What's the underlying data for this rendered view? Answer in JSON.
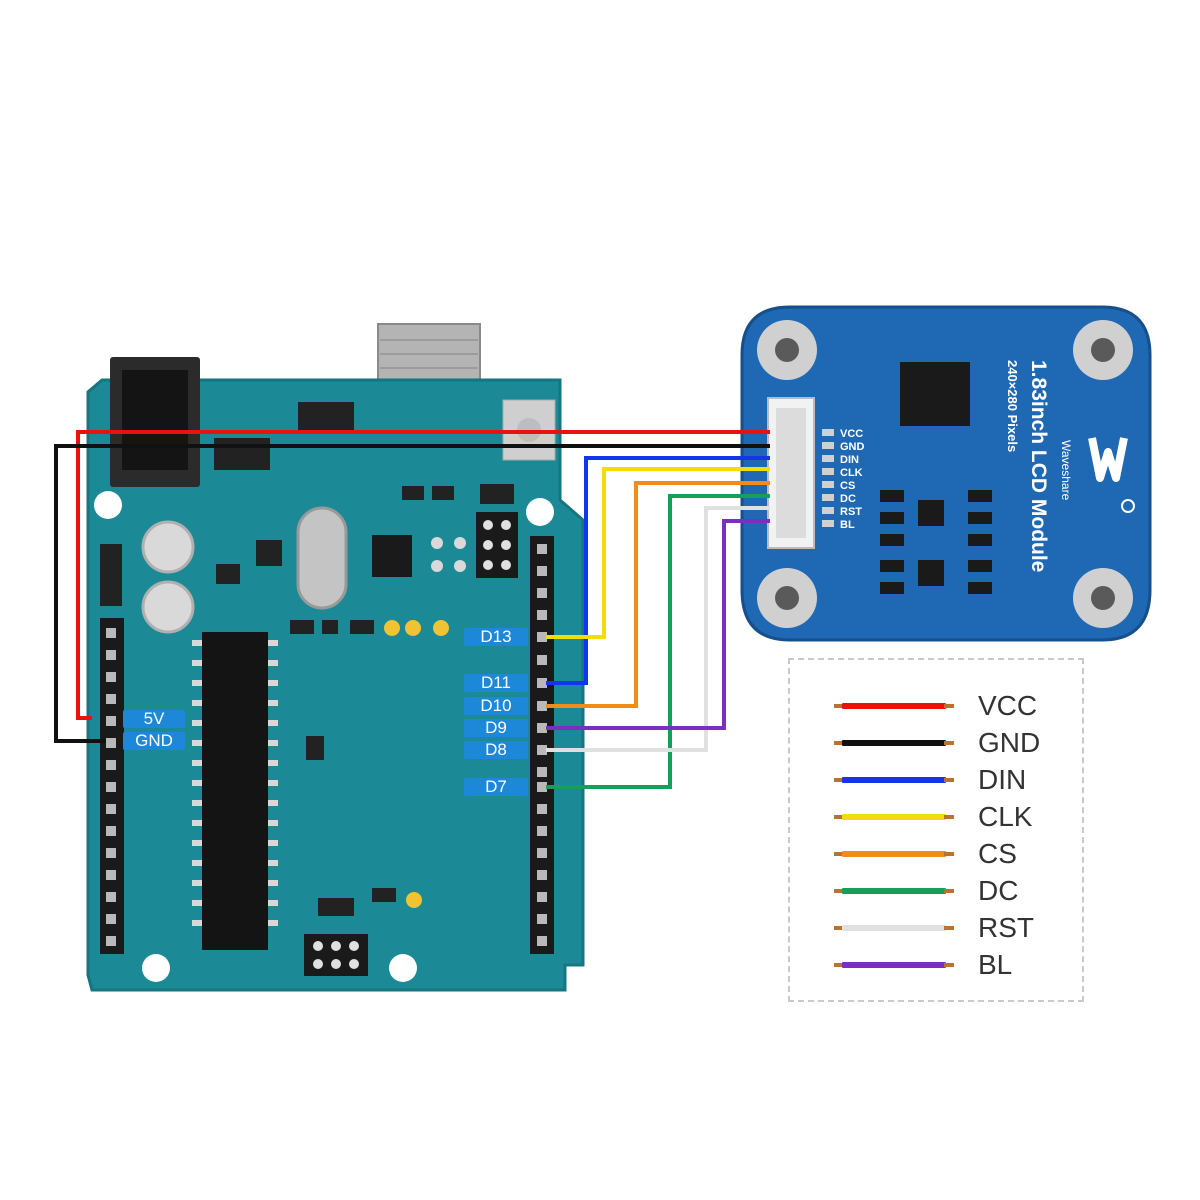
{
  "arduino": {
    "power_pins": [
      {
        "label": "5V"
      },
      {
        "label": "GND"
      }
    ],
    "digital_pins": [
      {
        "label": "D13"
      },
      {
        "label": "D11"
      },
      {
        "label": "D10"
      },
      {
        "label": "D9"
      },
      {
        "label": "D8"
      },
      {
        "label": "D7"
      }
    ]
  },
  "lcd_module": {
    "title": "1.83inch LCD Module",
    "resolution": "240×280 Pixels",
    "brand": "Waveshare",
    "pins": [
      "VCC",
      "GND",
      "DIN",
      "CLK",
      "CS",
      "DC",
      "RST",
      "BL"
    ]
  },
  "legend": [
    {
      "label": "VCC",
      "color": "#e8130f"
    },
    {
      "label": "GND",
      "color": "#111111"
    },
    {
      "label": "DIN",
      "color": "#1536e8"
    },
    {
      "label": "CLK",
      "color": "#f2dd0c"
    },
    {
      "label": "CS",
      "color": "#f08c1a"
    },
    {
      "label": "DC",
      "color": "#15a05a"
    },
    {
      "label": "RST",
      "color": "#e0e0e0"
    },
    {
      "label": "BL",
      "color": "#7a2fc0"
    }
  ],
  "colors": {
    "arduino_board": "#1b8a96",
    "lcd_board": "#1f68b4",
    "pin_label_bg": "#1e88d8"
  }
}
